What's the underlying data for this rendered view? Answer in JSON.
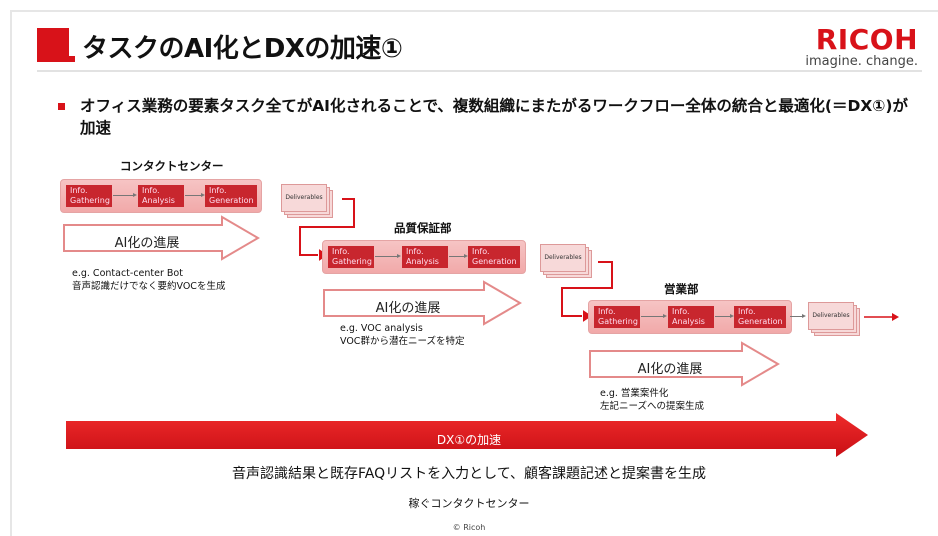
{
  "slide": {
    "title": "タスクのAI化とDXの加速①",
    "brand": {
      "logo": "RICOH",
      "tagline": "imagine. change."
    },
    "bullet": "オフィス業務の要素タスク全てがAI化されることで、複数組織にまたがるワークフロー全体の統合と最適化(＝DX①)が加速",
    "departments": [
      {
        "name": "コンタクトセンター",
        "steps": [
          "Info.\nGathering",
          "Info.\nAnalysis",
          "Info.\nGeneration"
        ],
        "deliverables": "Deliverables",
        "ai_label": "AI化の進展",
        "example_1": "e.g. Contact-center Bot",
        "example_2": "音声認識だけでなく要約VOCを生成"
      },
      {
        "name": "品質保証部",
        "steps": [
          "Info.\nGathering",
          "Info.\nAnalysis",
          "Info.\nGeneration"
        ],
        "deliverables": "Deliverables",
        "ai_label": "AI化の進展",
        "example_1": "e.g. VOC analysis",
        "example_2": "VOC群から潜在ニーズを特定"
      },
      {
        "name": "営業部",
        "steps": [
          "Info.\nGathering",
          "Info.\nAnalysis",
          "Info.\nGeneration"
        ],
        "deliverables": "Deliverables",
        "ai_label": "AI化の進展",
        "example_1": "e.g. 営業案件化",
        "example_2": "左記ニーズへの提案生成"
      }
    ],
    "dx_label": "DX①の加速",
    "summary": "音声認識結果と既存FAQリストを入力として、顧客課題記述と提案書を生成",
    "summary_sub": "稼ぐコンタクトセンター",
    "copyright": "© Ricoh"
  },
  "colors": {
    "accent": "#d81219",
    "step": "#c8262e",
    "process_bg": "#f3b5b5"
  }
}
